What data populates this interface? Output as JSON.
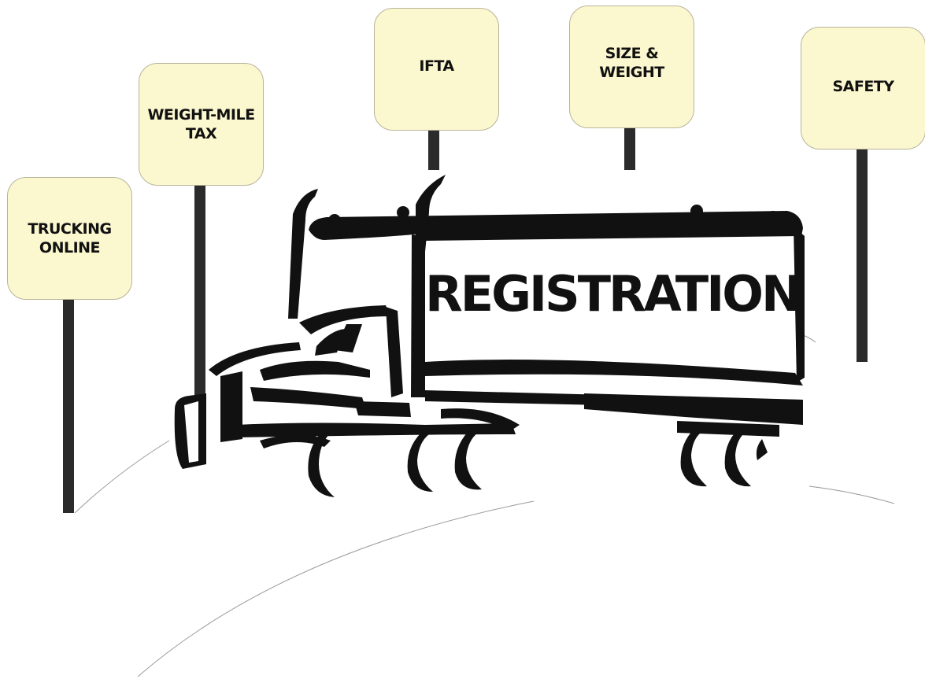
{
  "signs": [
    {
      "id": "trucking-online",
      "label": "TRUCKING\nONLINE"
    },
    {
      "id": "weight-mile-tax",
      "label": "WEIGHT-MILE\nTAX"
    },
    {
      "id": "ifta",
      "label": "IFTA"
    },
    {
      "id": "size-weight",
      "label": "SIZE &\nWEIGHT"
    },
    {
      "id": "safety",
      "label": "SAFETY"
    }
  ],
  "truck": {
    "label": "REGISTRATION"
  },
  "colors": {
    "sign_fill": "#fbf7cf",
    "post": "#2b2b2b",
    "ink": "#111111"
  }
}
